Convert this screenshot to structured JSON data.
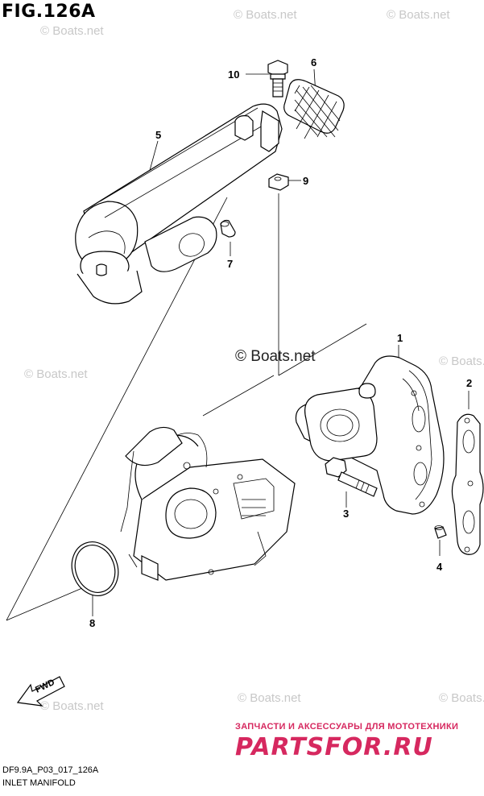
{
  "figure": {
    "title": "FIG.126A",
    "code": "DF9.9A_P03_017_126A",
    "caption": "INLET MANIFOLD"
  },
  "watermarks": {
    "faint": "© Boats.net",
    "prominent": "© Boats.net"
  },
  "callouts": [
    "1",
    "2",
    "3",
    "4",
    "5",
    "6",
    "7",
    "8",
    "9",
    "10"
  ],
  "fwd_label": "FWD",
  "promo": {
    "line": "ЗАПЧАСТИ И АКСЕССУАРЫ ДЛЯ МОТОТЕХНИКИ",
    "logo": "PARTSFOR.RU",
    "color": "#d6285f"
  }
}
